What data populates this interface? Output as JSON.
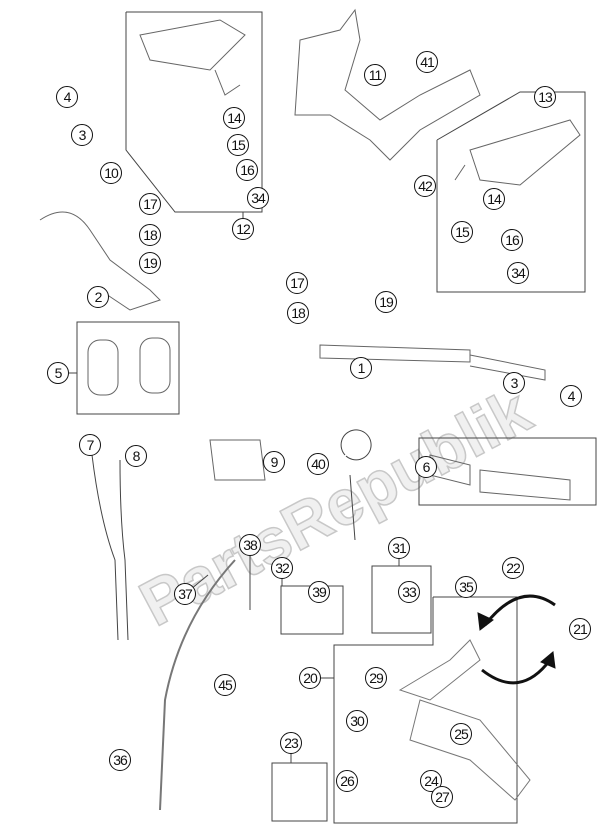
{
  "diagram": {
    "title": "Handlebar, controls",
    "watermark": "PartsRepublik",
    "callouts": [
      "4",
      "3",
      "10",
      "17",
      "18",
      "19",
      "2",
      "14",
      "15",
      "16",
      "34",
      "12",
      "11",
      "41",
      "42",
      "13",
      "14",
      "15",
      "16",
      "34",
      "17",
      "18",
      "19",
      "1",
      "3",
      "4",
      "5",
      "7",
      "8",
      "9",
      "40",
      "6",
      "38",
      "37",
      "32",
      "39",
      "31",
      "33",
      "22",
      "35",
      "21",
      "20",
      "29",
      "30",
      "25",
      "45",
      "23",
      "24",
      "27",
      "26",
      "36"
    ]
  }
}
